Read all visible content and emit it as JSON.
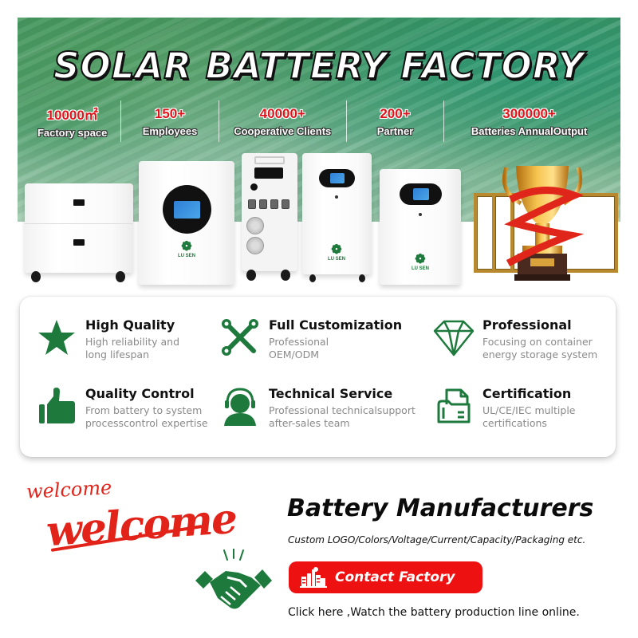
{
  "banner": {
    "title": "SOLAR BATTERY FACTORY",
    "stats": [
      {
        "value": "10000㎡",
        "label": "Factory space"
      },
      {
        "value": "150+",
        "label": "Employees"
      },
      {
        "value": "40000+",
        "label": "Cooperative Clients"
      },
      {
        "value": "200+",
        "label": "Partner"
      },
      {
        "value": "300000+",
        "label": "Batteries AnnualOutput"
      }
    ]
  },
  "products": {
    "brand_label": "LU SEN",
    "items": [
      {
        "name": "stackable-battery"
      },
      {
        "name": "wall-inverter"
      },
      {
        "name": "portable-power-station"
      },
      {
        "name": "floor-battery-on-wheels"
      },
      {
        "name": "wall-mount-battery"
      },
      {
        "name": "trophy-and-certificates"
      }
    ]
  },
  "features": [
    {
      "icon": "star-icon",
      "title": "High Quality",
      "desc1": "High reliability and",
      "desc2": "long lifespan"
    },
    {
      "icon": "tools-icon",
      "title": "Full Customization",
      "desc1": "Professional",
      "desc2": "OEM/ODM"
    },
    {
      "icon": "diamond-icon",
      "title": "Professional",
      "desc1": "Focusing on container",
      "desc2": "energy storage system"
    },
    {
      "icon": "thumbs-up-icon",
      "title": "Quality Control",
      "desc1": "From battery to system",
      "desc2": "processcontrol expertise"
    },
    {
      "icon": "headset-user-icon",
      "title": "Technical Service",
      "desc1": "Professional technicalsupport",
      "desc2": "after-sales team"
    },
    {
      "icon": "document-folder-icon",
      "title": "Certification",
      "desc1": "UL/CE/IEC multiple",
      "desc2": "certifications"
    }
  ],
  "welcome": {
    "small": "welcome",
    "big": "welcome"
  },
  "cta": {
    "title": "Battery Manufacturers",
    "subtitle": "Custom LOGO/Colors/Voltage/Current/Capacity/Packaging etc.",
    "button_label": "Contact Factory",
    "note": "Click here ,Watch the battery production line online."
  },
  "colors": {
    "brand_green": "#1e7a3c",
    "accent_red": "#ee1111",
    "stat_red": "#e2141b",
    "desc_gray": "#8a8a8a"
  }
}
